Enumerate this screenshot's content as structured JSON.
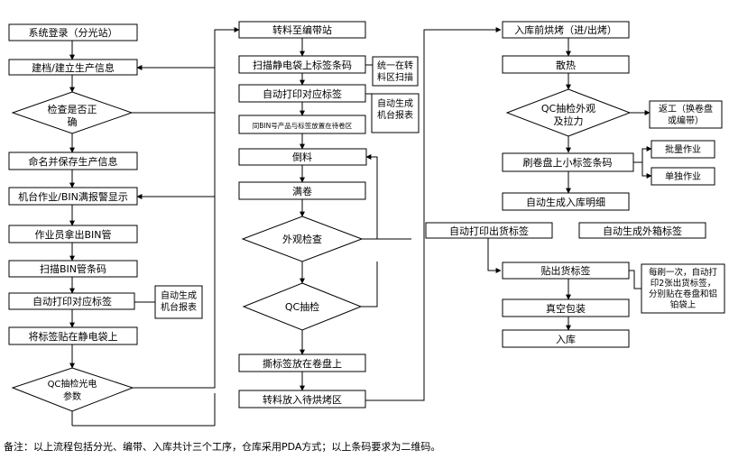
{
  "col1": {
    "login": "系统登录（分光站）",
    "create_info": "建档/建立生产信息",
    "check_ok_1": "检查是否正",
    "check_ok_2": "确",
    "save_info": "命名并保存生产信息",
    "machine_alarm": "机台作业/BIN满报警显示",
    "take_bin": "作业员拿出BIN管",
    "scan_bin": "扫描BIN管条码",
    "print_label": "自动打印对应标签",
    "auto_report_1": "自动生成",
    "auto_report_2": "机台报表",
    "stick_label": "将标签贴在静电袋上",
    "qc_photo_1": "QC抽检光电",
    "qc_photo_2": "参数"
  },
  "col2": {
    "transfer": "转料至编带站",
    "scan_bag": "扫描静电袋上标签条码",
    "unified_1": "统一在转",
    "unified_2": "料区扫描",
    "print_label": "自动打印对应标签",
    "auto_report_1": "自动生成",
    "auto_report_2": "机台报表",
    "same_bin": "同BIN号产品与标签放置在待卷区",
    "pour": "倒料",
    "full_reel": "满卷",
    "appearance": "外观检查",
    "qc_sample": "QC抽检",
    "tear_label": "撕标签放在卷盘上",
    "to_oven": "转料放入待烘烤区"
  },
  "col3": {
    "pre_bake": "入库前烘烤（进/出烤）",
    "cool": "散热",
    "qc_pull_1": "QC抽检外观",
    "qc_pull_2": "及拉力",
    "rework_1": "返工（换卷盘",
    "rework_2": "或编带）",
    "scan_small": "刷卷盘上小标签条码",
    "batch": "批量作业",
    "single": "单独作业",
    "stock_detail": "自动生成入库明细",
    "print_ship": "自动打印出货标签",
    "outer_box": "自动生成外箱标签",
    "stick_ship": "贴出货标签",
    "each_scan_1": "每刷一次，自动打",
    "each_scan_2": "印2张出货标签，",
    "each_scan_3": "分别贴在卷盘和铝",
    "each_scan_4": "铂袋上",
    "vacuum": "真空包装",
    "warehouse": "入库"
  },
  "footer": {
    "note": "备注：以上流程包括分光、编带、入库共计三个工序，仓库采用PDA方式；以上条码要求为二维码。"
  }
}
